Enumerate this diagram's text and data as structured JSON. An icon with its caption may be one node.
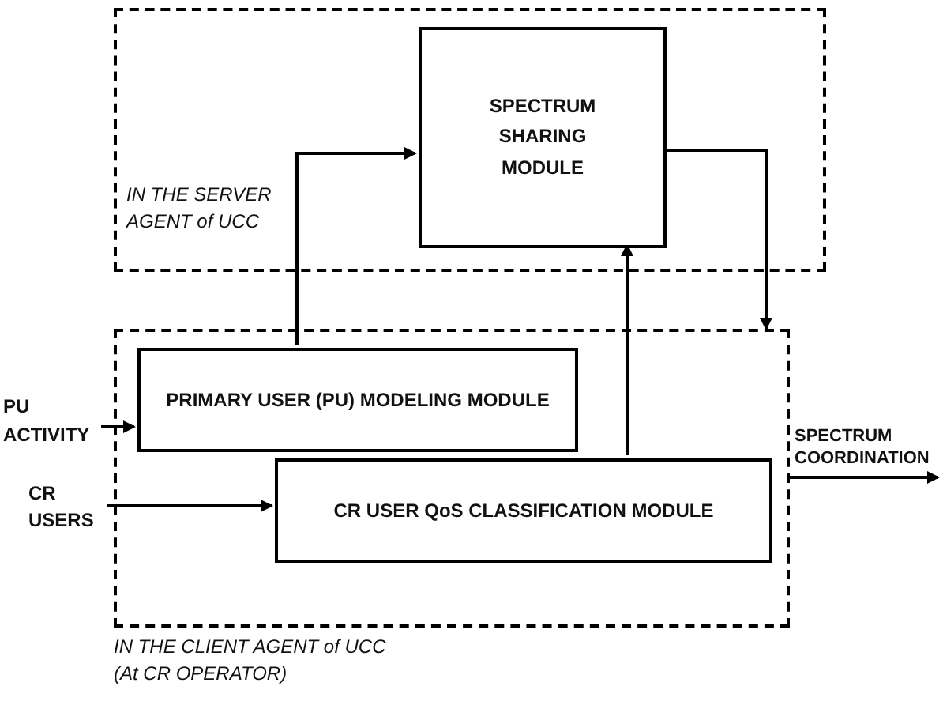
{
  "diagram": {
    "nodes": [
      {
        "text": [
          "IN THE SERVER AGENT of UCC"
        ]
      },
      {
        "text": [
          "SPECTRUM SHARING MODULE"
        ],
        "in": 0
      },
      {
        "text": [
          "IN THE CLIENT AGENT of UCC (At CR OPERATOR)"
        ]
      },
      {
        "text": [
          "PRIMARY USER (PU) MODELING MODULE"
        ],
        "in": 2
      },
      {
        "text": [
          "CR USER QoS CLASSIFICATION MODULE"
        ],
        "in": 2
      },
      {
        "text": [
          "PU ACTIVITY"
        ]
      },
      {
        "text": [
          "CR USERS"
        ]
      },
      {
        "text": [
          "SPECTRUM COORDINATION"
        ]
      }
    ],
    "edges": [
      {
        "from": 3,
        "to": 1,
        "arrow": "to"
      },
      {
        "from": 4,
        "to": 1,
        "arrow": "to"
      },
      {
        "from": 1,
        "to": 2,
        "arrow": "to"
      },
      {
        "from": 5,
        "to": 3,
        "arrow": "to"
      },
      {
        "from": 6,
        "to": 4,
        "arrow": "to"
      },
      {
        "from": 2,
        "to": 7,
        "arrow": "to"
      }
    ]
  }
}
